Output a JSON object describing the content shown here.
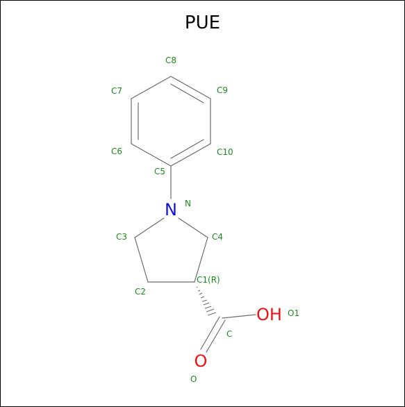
{
  "title": "PUE",
  "colors": {
    "bond": "#6b6b6b",
    "label": "#1a8a1a",
    "nitrogen": "#1010dd",
    "oxygen": "#ee1111"
  },
  "atoms": {
    "C8": "C8",
    "C7": "C7",
    "C9": "C9",
    "C6": "C6",
    "C10": "C10",
    "C5": "C5",
    "N": "N",
    "C3": "C3",
    "C4": "C4",
    "C2": "C2",
    "C1": "C1(R)",
    "C": "C",
    "O1": "O1",
    "O": "O"
  },
  "hetero": {
    "N": "N",
    "OH": "OH",
    "O": "O"
  }
}
